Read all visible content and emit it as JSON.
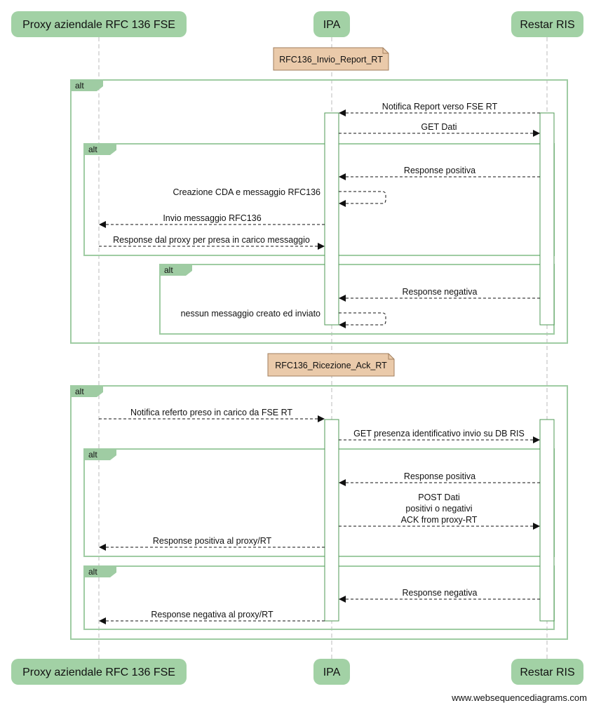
{
  "colors": {
    "actor_fill": "#a2d1a5",
    "frame_stroke": "#9fcca3",
    "activation_stroke": "#4f9a55",
    "note_fill": "#eacaaa",
    "note_stroke": "#a17f5d",
    "lifeline": "#bbbbbb",
    "arrow": "#111111"
  },
  "actors": [
    {
      "id": "proxy",
      "label": "Proxy aziendale RFC 136  FSE"
    },
    {
      "id": "ipa",
      "label": "IPA"
    },
    {
      "id": "ris",
      "label": "Restar RIS"
    }
  ],
  "notes": [
    {
      "label": "RFC136_Invio_Report_RT"
    },
    {
      "label": "RFC136_Ricezione_Ack_RT"
    }
  ],
  "frames": [
    {
      "label": "alt"
    },
    {
      "label": "alt"
    },
    {
      "label": "alt"
    },
    {
      "label": "alt"
    },
    {
      "label": "alt"
    },
    {
      "label": "alt"
    }
  ],
  "messages": [
    {
      "from": "ris",
      "to": "ipa",
      "lines": [
        "Notifica Report verso FSE RT"
      ]
    },
    {
      "from": "ipa",
      "to": "ris",
      "lines": [
        "GET Dati"
      ]
    },
    {
      "from": "ris",
      "to": "ipa",
      "lines": [
        "Response positiva"
      ]
    },
    {
      "from": "ipa",
      "to": "ipa",
      "lines": [
        "Creazione CDA e messaggio RFC136"
      ]
    },
    {
      "from": "ipa",
      "to": "proxy",
      "lines": [
        "Invio messaggio RFC136"
      ]
    },
    {
      "from": "proxy",
      "to": "ipa",
      "lines": [
        "Response dal proxy per presa in carico messaggio"
      ]
    },
    {
      "from": "ris",
      "to": "ipa",
      "lines": [
        "Response negativa"
      ]
    },
    {
      "from": "ipa",
      "to": "ipa",
      "lines": [
        "nessun messaggio creato ed inviato"
      ]
    },
    {
      "from": "proxy",
      "to": "ipa",
      "lines": [
        "Notifica referto preso in carico da FSE RT"
      ]
    },
    {
      "from": "ipa",
      "to": "ris",
      "lines": [
        "GET presenza identificativo invio su DB RIS"
      ]
    },
    {
      "from": "ris",
      "to": "ipa",
      "lines": [
        "Response positiva"
      ]
    },
    {
      "from": "ipa",
      "to": "ris",
      "lines": [
        "POST Dati",
        "positivi o negativi",
        "ACK from proxy-RT"
      ]
    },
    {
      "from": "ipa",
      "to": "proxy",
      "lines": [
        "Response positiva al proxy/RT"
      ]
    },
    {
      "from": "ris",
      "to": "ipa",
      "lines": [
        "Response negativa"
      ]
    },
    {
      "from": "ipa",
      "to": "proxy",
      "lines": [
        "Response negativa al proxy/RT"
      ]
    }
  ],
  "watermark": "www.websequencediagrams.com"
}
